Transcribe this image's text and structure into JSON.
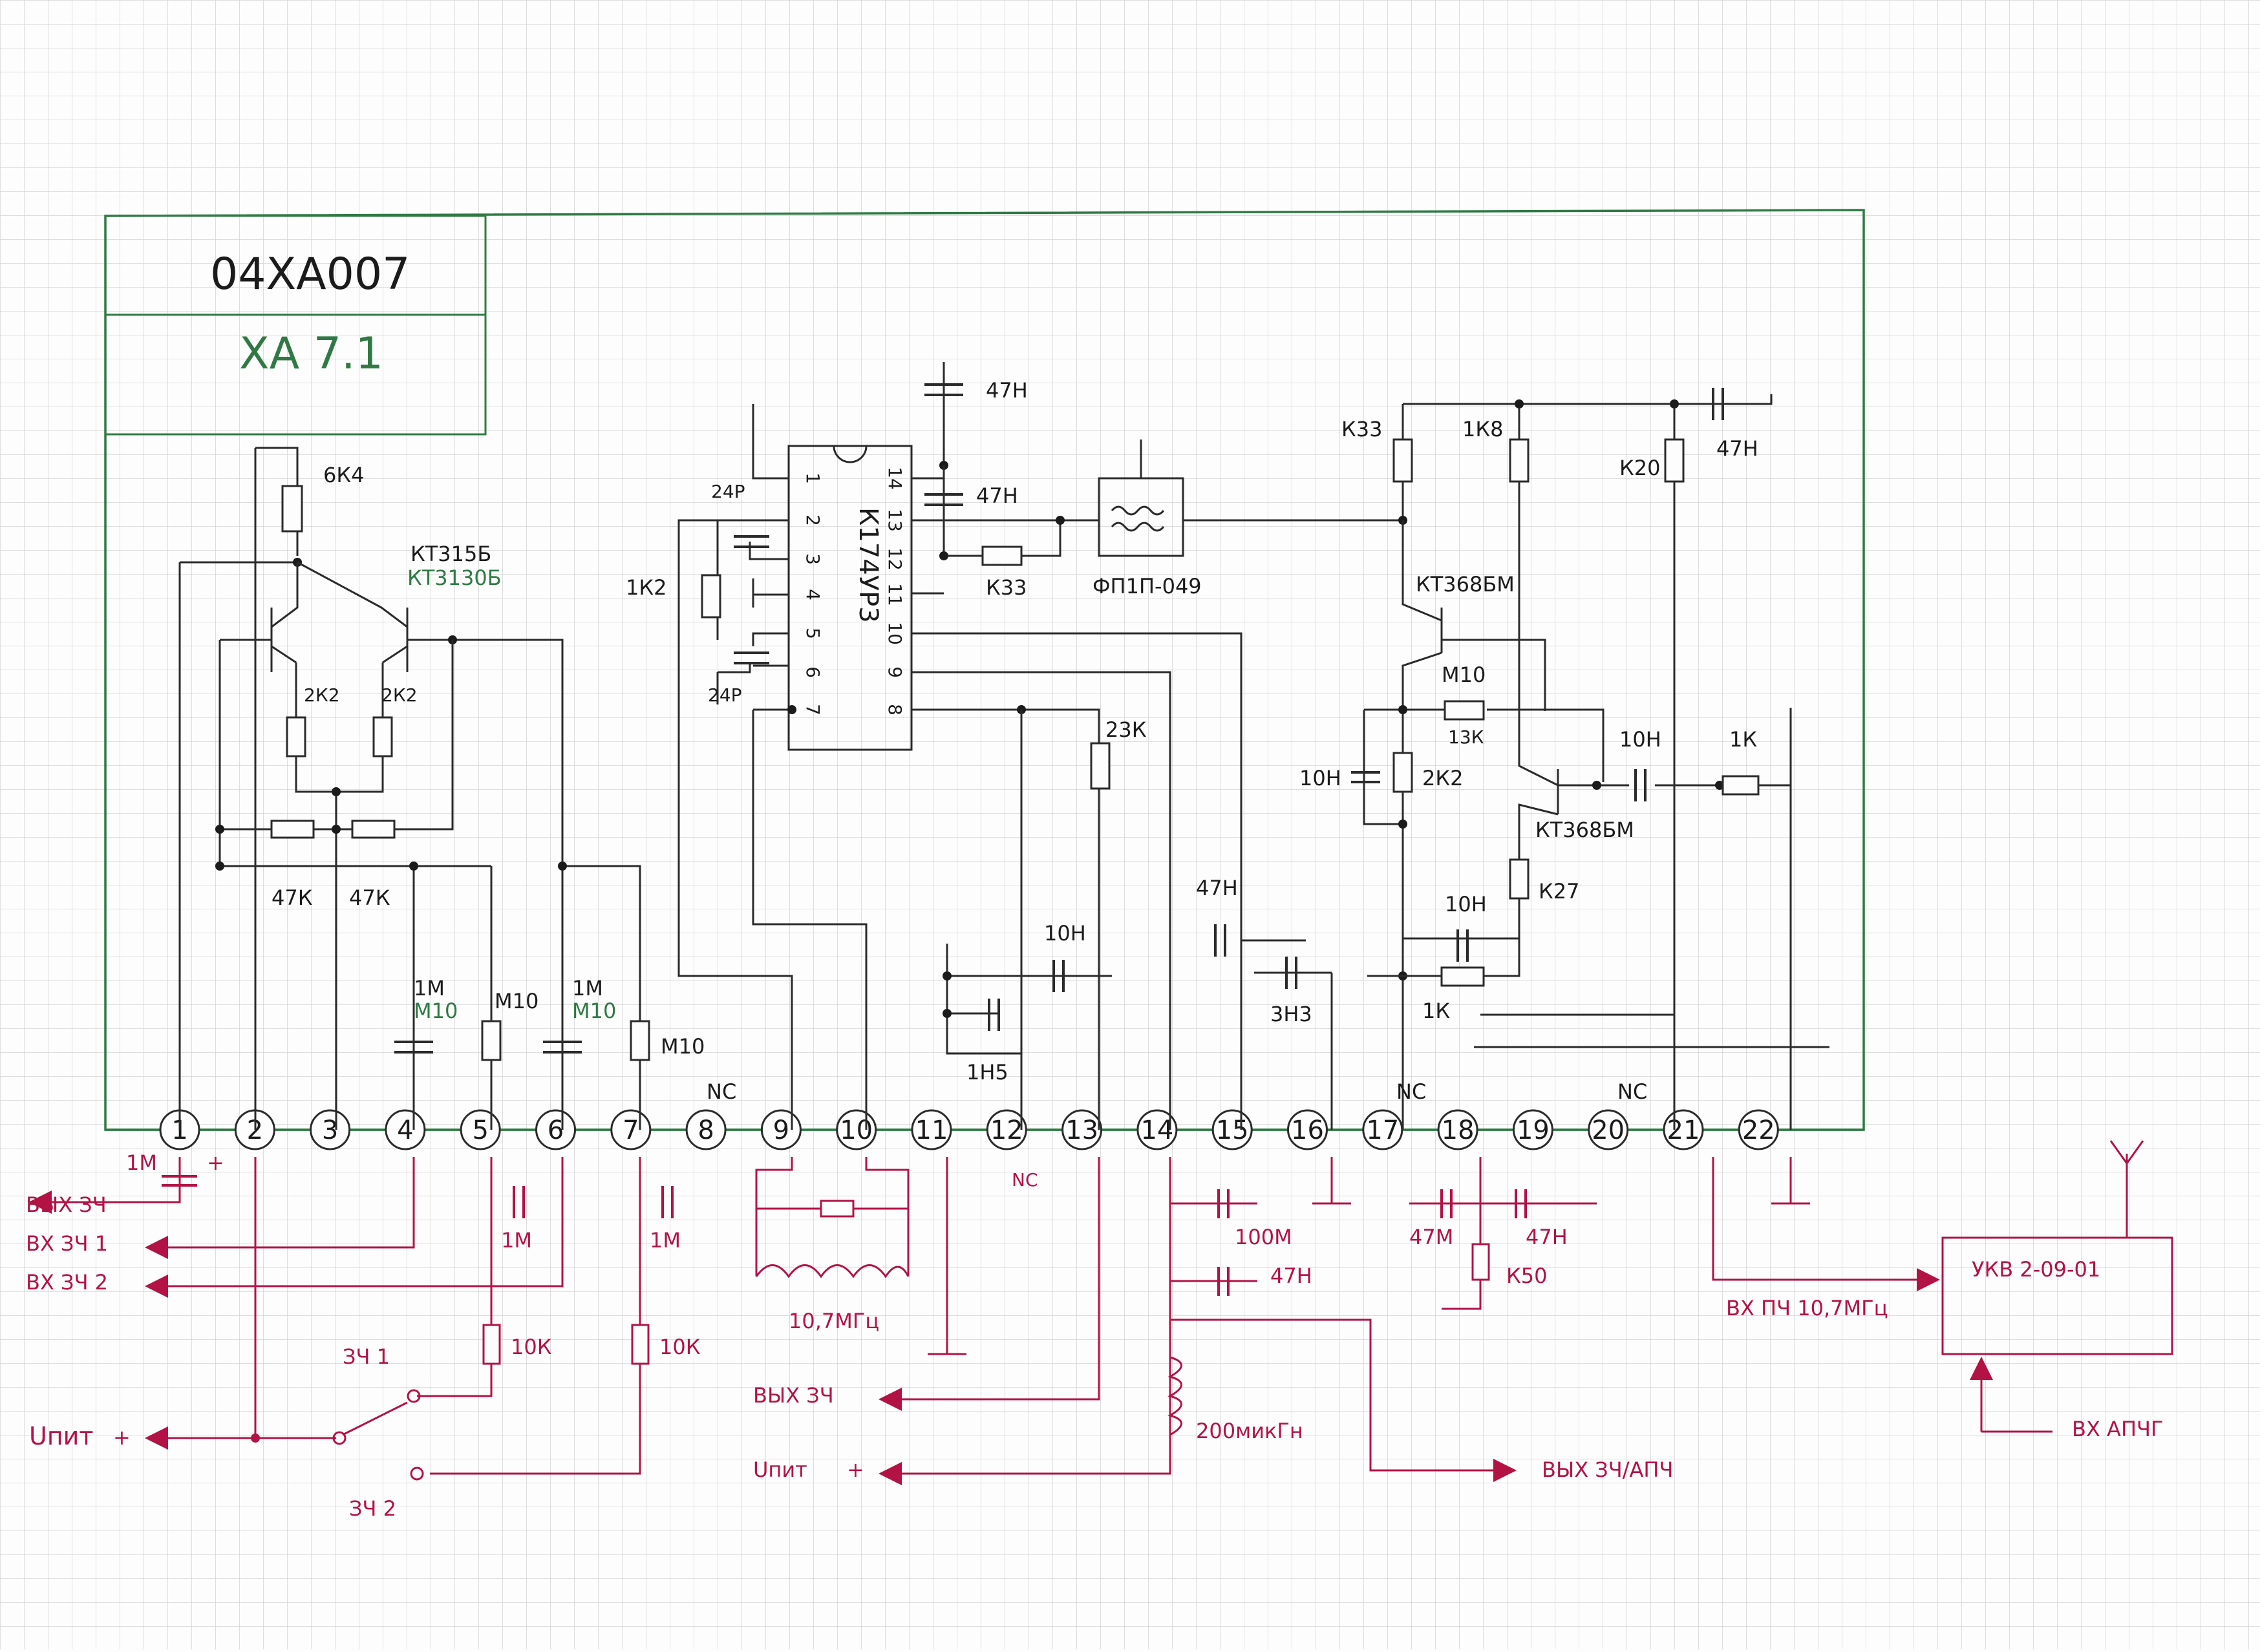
{
  "colors": {
    "grid": "#d4d4d4",
    "ink": "#2a2a2a",
    "green": "#2f7a44",
    "red": "#b31245",
    "paper": "#fdfdfd"
  },
  "title": {
    "code": "04ХА007",
    "name": "ХА 7.1"
  },
  "icons": {
    "antenna": "antenna-icon",
    "switch": "switch-icon",
    "filter": "filter-icon"
  },
  "ic": {
    "name": "К174УР3",
    "pins_left": [
      "1",
      "2",
      "3",
      "4",
      "5",
      "6",
      "7"
    ],
    "pins_right": [
      "14",
      "13",
      "12",
      "11",
      "10",
      "9",
      "8"
    ]
  },
  "filter": {
    "name": "ФП1П-049"
  },
  "transistors": {
    "left_black": "КТ315Б",
    "left_green": "КТ3130Б",
    "right1": "КТ368БМ",
    "right2": "КТ368БМ"
  },
  "terminals": [
    "1",
    "2",
    "3",
    "4",
    "5",
    "6",
    "7",
    "8",
    "9",
    "10",
    "11",
    "12",
    "13",
    "14",
    "15",
    "16",
    "17",
    "18",
    "19",
    "20",
    "21",
    "22"
  ],
  "nc": {
    "pin8": "NC",
    "pin17": "NC",
    "pin20": "NC",
    "pin12": "NC"
  },
  "components": {
    "r_6k4": "6К4",
    "r_2k2_a": "2К2",
    "r_2k2_b": "2К2",
    "r_47k_a": "47К",
    "r_47k_b": "47К",
    "c_1m_4": "1М",
    "c_m10_4": "М10",
    "r_m10_5": "М10",
    "c_1m_6": "1М",
    "c_m10_6": "М10",
    "r_m10_7": "М10",
    "c_24p_a": "24Р",
    "c_24p_b": "24Р",
    "r_1k2": "1К2",
    "c_47n_top": "47Н",
    "c_47n_12": "47Н",
    "r_k33_ic": "К33",
    "r_23k": "23К",
    "c_10n_mid": "10Н",
    "c_1h5": "1Н5",
    "c_47n_14": "47Н",
    "c_3h3": "3Н3",
    "r_k33": "К33",
    "r_1k8": "1К8",
    "r_k20": "К20",
    "c_47n_right": "47Н",
    "r_m10_r": "М10",
    "r_13k": "13К",
    "c_10n_a": "10Н",
    "r_2k2_r": "2К2",
    "c_10n_b": "10Н",
    "r_1k_out": "1К",
    "r_k27": "К27",
    "c_10n_c": "10Н",
    "r_1k_e": "1К"
  },
  "external": {
    "c_1m_pin1": "1М",
    "out_audio": "ВЫХ ЗЧ",
    "in_audio1": "ВХ ЗЧ 1",
    "in_audio2": "ВХ ЗЧ 2",
    "c_1m_5": "1М",
    "c_1m_7": "1М",
    "r_10k_5": "10К",
    "r_10k_7": "10К",
    "sw_zch1": "ЗЧ 1",
    "sw_zch2": "ЗЧ 2",
    "upit_left": "Uпит",
    "plus": "+",
    "freq_label": "10,7МГц",
    "out_zch_mid": "ВЫХ ЗЧ",
    "upit_mid": "Uпит",
    "c_100m": "100М",
    "c_47n_ext": "47Н",
    "inductor": "200микГн",
    "c_47m": "47М",
    "c_47n_18": "47Н",
    "r_k50": "К50",
    "out_zch_apch": "ВЫХ ЗЧ/АПЧ",
    "in_if": "ВХ ПЧ 10,7МГц",
    "tuner": "УКВ 2-09-01",
    "in_afc": "ВХ АПЧГ"
  }
}
